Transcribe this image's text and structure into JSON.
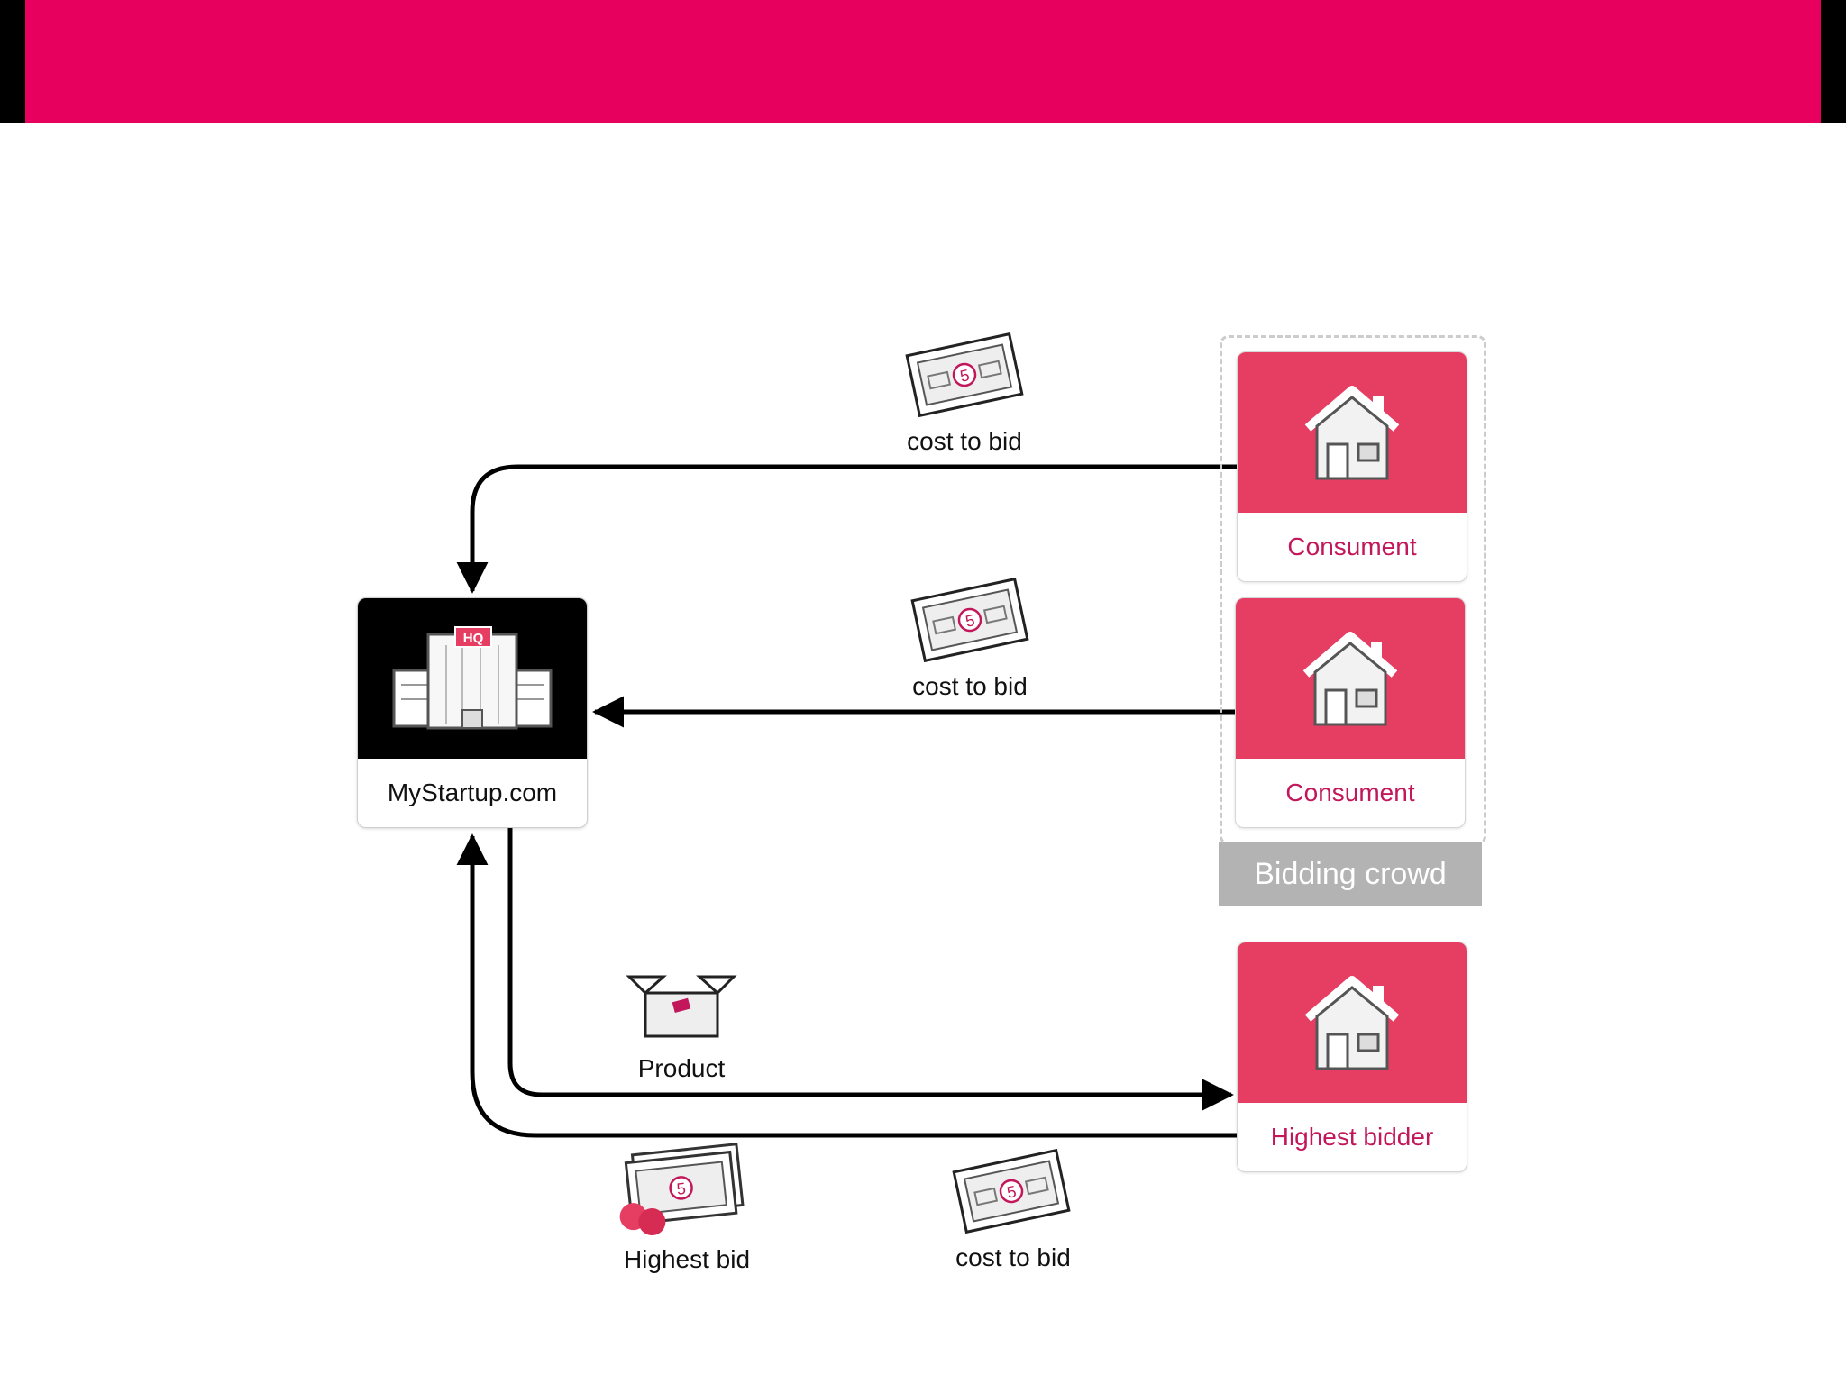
{
  "colors": {
    "banner": "#e8005f",
    "card_top": "#e63d62",
    "card_label_text": "#c2185b",
    "crowd_label_bg": "#b3b3b3",
    "hq_bg": "#000000",
    "arrow": "#000000"
  },
  "hq": {
    "label": "MyStartup.com",
    "badge": "HQ",
    "icon": "hq-building-icon"
  },
  "bidders": [
    {
      "label": "Consument",
      "icon": "house-icon"
    },
    {
      "label": "Consument",
      "icon": "house-icon"
    }
  ],
  "highest_bidder": {
    "label": "Highest bidder",
    "icon": "house-icon"
  },
  "group": {
    "label": "Bidding crowd"
  },
  "flows": [
    {
      "label": "cost to bid",
      "icon": "banknote-icon",
      "from": "Consument",
      "to": "MyStartup.com"
    },
    {
      "label": "cost to bid",
      "icon": "banknote-icon",
      "from": "Consument",
      "to": "MyStartup.com"
    },
    {
      "label": "Product",
      "icon": "product-box-icon",
      "from": "MyStartup.com",
      "to": "Highest bidder"
    },
    {
      "label": "Highest bid",
      "icon": "banknote-stack-icon",
      "from": "Highest bidder",
      "to": "MyStartup.com"
    },
    {
      "label": "cost to bid",
      "icon": "banknote-icon",
      "from": "Highest bidder",
      "to": "MyStartup.com"
    }
  ]
}
